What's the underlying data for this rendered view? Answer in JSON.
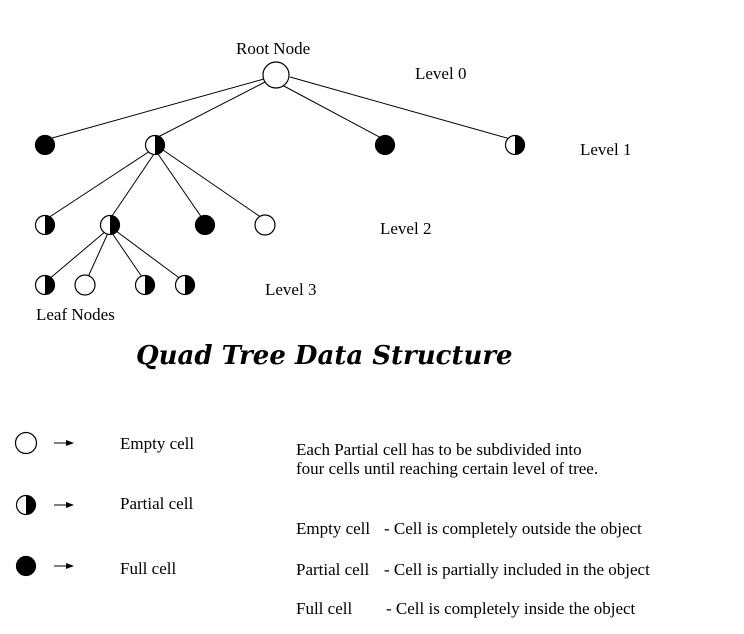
{
  "labels": {
    "root": "Root Node",
    "level0": "Level  0",
    "level1": "Level  1",
    "level2": "Level 2",
    "level3": "Level 3",
    "leaf": "Leaf Nodes"
  },
  "title": "Quad Tree Data Structure",
  "legend": [
    {
      "kind": "empty",
      "label": "Empty cell"
    },
    {
      "kind": "partial",
      "label": "Partial cell"
    },
    {
      "kind": "full",
      "label": "Full cell"
    }
  ],
  "notes": {
    "line1": "Each Partial cell has to be subdivided into",
    "line2": "four cells until reaching certain level of tree.",
    "empty_term": "Empty cell",
    "empty_desc": "- Cell is completely outside the object",
    "partial_term": "Partial cell",
    "partial_desc": "- Cell is partially included in the object",
    "full_term": "Full cell",
    "full_desc": "- Cell is completely inside the object"
  }
}
